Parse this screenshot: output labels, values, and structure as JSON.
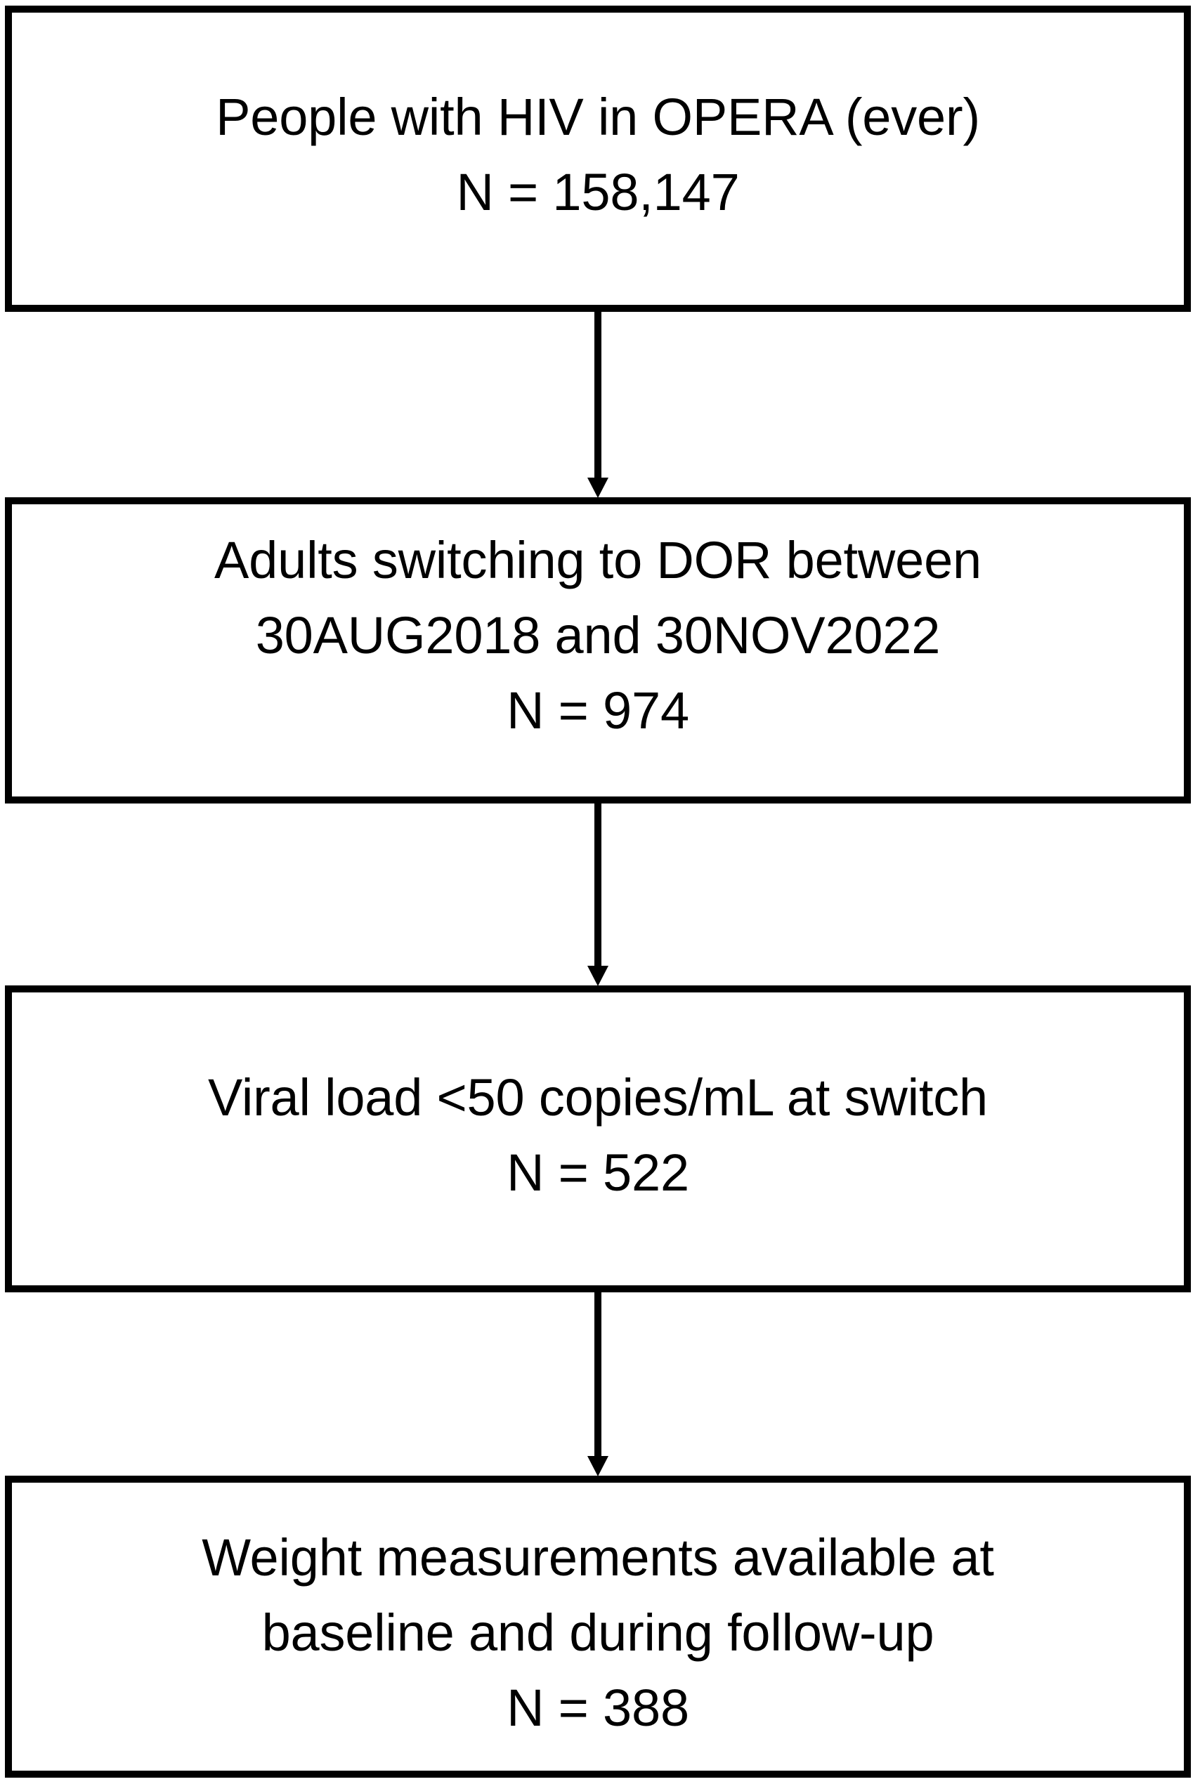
{
  "diagram": {
    "type": "study-flow-chart",
    "orientation": "vertical",
    "colors": {
      "background": "#ffffff",
      "border": "#000000",
      "text": "#000000",
      "arrow": "#000000"
    },
    "boxes": [
      {
        "id": "box-1",
        "lines": [
          "People with HIV in OPERA (ever)",
          "N = 158,147"
        ],
        "label": "People with HIV in OPERA (ever)",
        "n": "158,147"
      },
      {
        "id": "box-2",
        "lines": [
          "Adults switching to DOR between",
          "30AUG2018 and 30NOV2022",
          "N = 974"
        ],
        "label": "Adults switching to DOR between 30AUG2018 and 30NOV2022",
        "n": "974"
      },
      {
        "id": "box-3",
        "lines": [
          "Viral load <50 copies/mL at switch",
          "N = 522"
        ],
        "label": "Viral load <50 copies/mL at switch",
        "n": "522"
      },
      {
        "id": "box-4",
        "lines": [
          "Weight measurements available at",
          "baseline and during follow-up",
          "N = 388"
        ],
        "label": "Weight measurements available at baseline and during follow-up",
        "n": "388"
      }
    ],
    "connectors": [
      {
        "id": "connector-1",
        "from": "box-1",
        "to": "box-2",
        "icon": "down-arrow-icon"
      },
      {
        "id": "connector-2",
        "from": "box-2",
        "to": "box-3",
        "icon": "down-arrow-icon"
      },
      {
        "id": "connector-3",
        "from": "box-3",
        "to": "box-4",
        "icon": "down-arrow-icon"
      }
    ]
  }
}
